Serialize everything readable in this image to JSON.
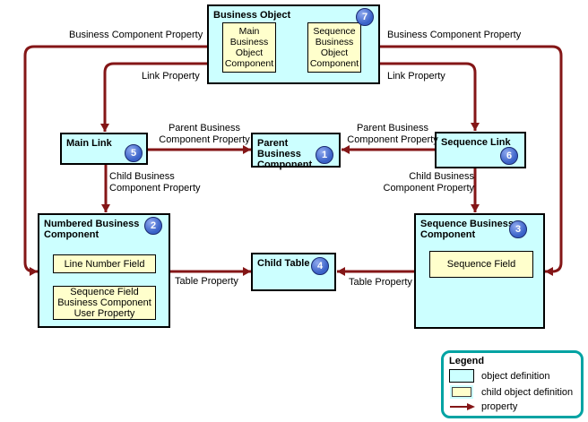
{
  "colors": {
    "background": "#ffffff",
    "object_fill": "#ccffff",
    "child_fill": "#ffffcc",
    "line": "#841617",
    "badge_fill": "#3a62c8",
    "badge_highlight": "#8fa9ee",
    "badge_border": "#1a2a6e",
    "box_border": "#000000",
    "legend_border": "#00a3a3",
    "text": "#000000"
  },
  "nodes": {
    "business_object": {
      "title": "Business Object",
      "badge": "7",
      "main_child": "Main Business Object Component",
      "sequence_child": "Sequence Business Object Component"
    },
    "main_link": {
      "title": "Main Link",
      "badge": "5"
    },
    "parent_business_component": {
      "title": "Parent Business Component",
      "badge": "1"
    },
    "sequence_link": {
      "title": "Sequence Link",
      "badge": "6"
    },
    "numbered_business_component": {
      "title": "Numbered Business Component",
      "badge": "2",
      "line_number_child": "Line Number Field",
      "sequence_field_child": "Sequence Field Business Component User Property"
    },
    "child_table": {
      "title": "Child Table",
      "badge": "4"
    },
    "sequence_business_component": {
      "title": "Sequence Business Component",
      "badge": "3",
      "sequence_field_child": "Sequence Field"
    }
  },
  "edge_labels": {
    "bcp_left": "Business Component Property",
    "bcp_right": "Business Component Property",
    "link_left": "Link Property",
    "link_right": "Link Property",
    "parent_bcp_left": "Parent Business Component Property",
    "parent_bcp_right": "Parent Business Component Property",
    "child_bcp_left": "Child Business Component Property",
    "child_bcp_right": "Child Business Component Property",
    "table_left": "Table Property",
    "table_right": "Table Property"
  },
  "legend": {
    "title": "Legend",
    "object_label": "object definition",
    "child_label": "child object definition",
    "property_label": "property"
  }
}
